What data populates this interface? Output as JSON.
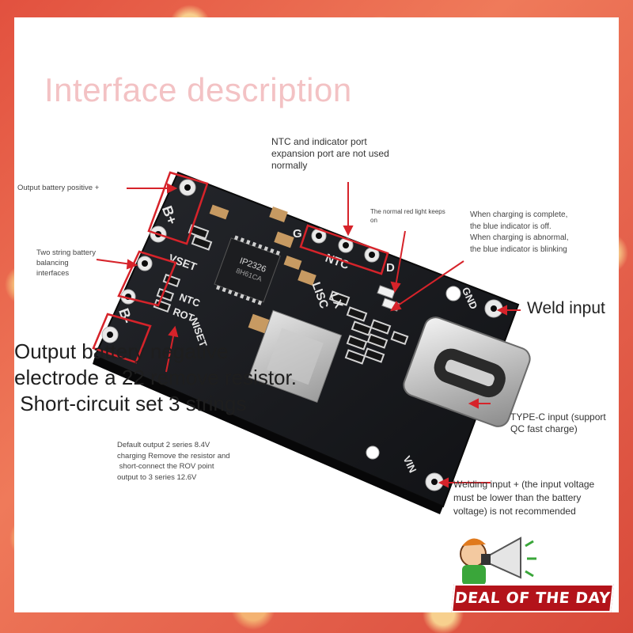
{
  "title": "Interface description",
  "labels": {
    "output_positive": "Output battery positive +",
    "balancing": [
      "Two string battery",
      "balancing",
      "interfaces"
    ],
    "ntc_port": [
      "NTC and indicator port",
      "expansion port are not used",
      "normally"
    ],
    "red_light": [
      "The normal red light keeps",
      "on"
    ],
    "blue_indicator": [
      "When charging is complete,",
      "the blue indicator is off.",
      "When charging is abnormal,",
      "the blue indicator is blinking"
    ],
    "weld_input": "Weld input",
    "output_negative": [
      "Output battery negative",
      "electrode a 22 remove resistor.",
      " Short-circuit set 3 strings"
    ],
    "default_output": [
      "Default output 2 series 8.4V",
      "charging Remove the resistor and",
      " short-connect the ROV point",
      "output to 3 series 12.6V"
    ],
    "typec": [
      "TYPE-C input (support",
      "QC fast charge)"
    ],
    "welding_input": [
      "Welding input + (the input voltage",
      "must be lower than the battery",
      "voltage) is not recommended"
    ]
  },
  "board_text": {
    "chip": "IP2326",
    "chip_code": "8H61CA",
    "pads": [
      "B+",
      "G",
      "NTC",
      "D",
      "VSET",
      "NTC",
      "ROT",
      "B-",
      "GND",
      "VIN",
      "LISC",
      "LX",
      "NISET"
    ]
  },
  "badge": "DEAL OF THE DAY",
  "colors": {
    "annotation_red": "#d6232a",
    "title_pink": "#f3c2c4",
    "banner_red": "#b3131a"
  }
}
